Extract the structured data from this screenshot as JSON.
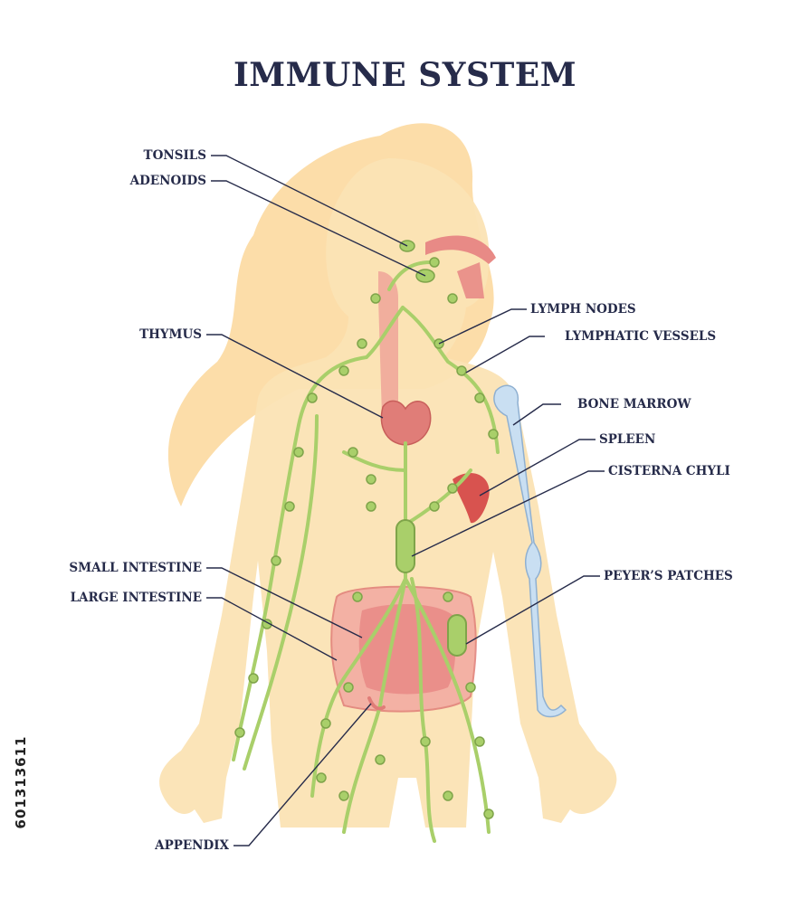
{
  "title": "IMMUNE SYSTEM",
  "labels": {
    "tonsils": "TONSILS",
    "adenoids": "ADENOIDS",
    "thymus": "THYMUS",
    "lymph_nodes": "LYMPH NODES",
    "lymphatic_vessels": "LYMPHATIC VESSELS",
    "bone_marrow": "BONE MARROW",
    "spleen": "SPLEEN",
    "cisterna_chyli": "CISTERNA CHYLI",
    "small_intestine": "SMALL INTESTINE",
    "large_intestine": "LARGE INTESTINE",
    "peyers_patches": "PEYER’S PATCHES",
    "appendix": "APPENDIX"
  },
  "stock_id": "601313611",
  "colors": {
    "title": "#262b4a",
    "skin": "#fbe3b4",
    "hair": "#fcd79a",
    "lymph": "#a9cf6a",
    "organ_pink": "#e88a86",
    "bone": "#c9dff2",
    "leader_line": "#262b4a"
  }
}
